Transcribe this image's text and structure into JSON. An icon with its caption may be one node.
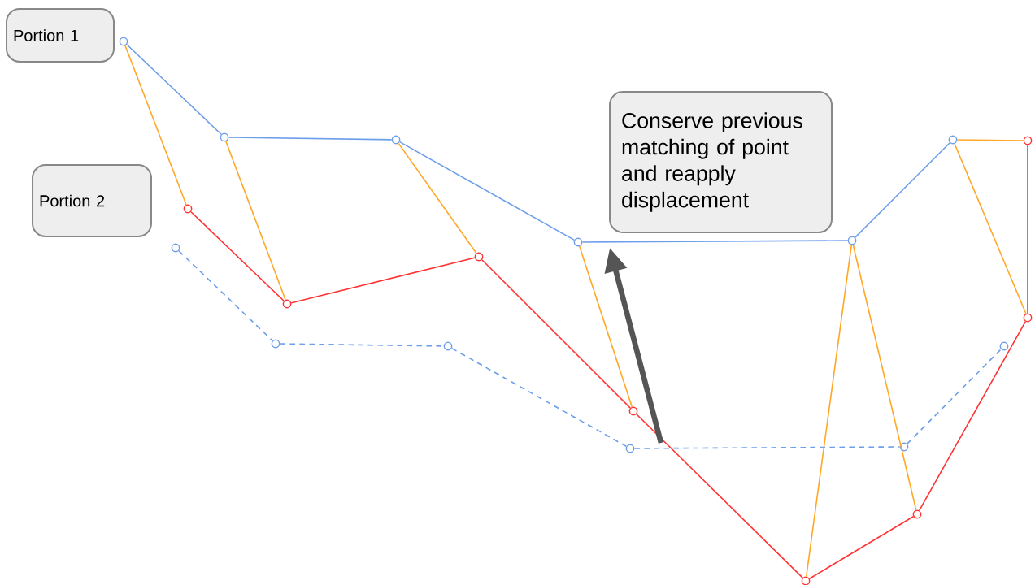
{
  "diagram": {
    "nodes": [
      {
        "text": [
          "Portion 1"
        ]
      },
      {
        "text": [
          "Portion 2"
        ]
      },
      {
        "text": [
          "Conserve previous matching of point and reapply displacement"
        ]
      },
      {
        "text": [],
        "shape": "circle"
      },
      {
        "text": [],
        "shape": "circle"
      },
      {
        "text": [],
        "shape": "circle"
      },
      {
        "text": [],
        "shape": "circle"
      },
      {
        "text": [],
        "shape": "circle"
      },
      {
        "text": [],
        "shape": "circle"
      },
      {
        "text": [],
        "shape": "circle"
      },
      {
        "text": [],
        "shape": "circle"
      },
      {
        "text": [],
        "shape": "circle"
      },
      {
        "text": [],
        "shape": "circle"
      },
      {
        "text": [],
        "shape": "circle"
      },
      {
        "text": [],
        "shape": "circle"
      },
      {
        "text": [],
        "shape": "circle"
      },
      {
        "text": [],
        "shape": "circle"
      },
      {
        "text": [],
        "shape": "circle"
      },
      {
        "text": [],
        "shape": "circle"
      },
      {
        "text": [],
        "shape": "circle"
      },
      {
        "text": [],
        "shape": "circle"
      },
      {
        "text": [],
        "shape": "circle"
      },
      {
        "text": [],
        "shape": "circle"
      }
    ],
    "edges": [
      {
        "from": 3,
        "to": 4,
        "arrow": "none",
        "color": "#6d9eeb"
      },
      {
        "from": 4,
        "to": 5,
        "arrow": "none",
        "color": "#6d9eeb"
      },
      {
        "from": 5,
        "to": 6,
        "arrow": "none",
        "color": "#6d9eeb"
      },
      {
        "from": 6,
        "to": 7,
        "arrow": "none",
        "color": "#6d9eeb"
      },
      {
        "from": 7,
        "to": 8,
        "arrow": "none",
        "color": "#6d9eeb"
      },
      {
        "from": 9,
        "to": 10,
        "arrow": "none",
        "color": "#ff3333"
      },
      {
        "from": 10,
        "to": 11,
        "arrow": "none",
        "color": "#ff3333"
      },
      {
        "from": 11,
        "to": 12,
        "arrow": "none",
        "color": "#ff3333"
      },
      {
        "from": 12,
        "to": 13,
        "arrow": "none",
        "color": "#ff3333"
      },
      {
        "from": 13,
        "to": 14,
        "arrow": "none",
        "color": "#ff3333"
      },
      {
        "from": 14,
        "to": 15,
        "arrow": "none",
        "color": "#ff3333"
      },
      {
        "from": 15,
        "to": 16,
        "arrow": "none",
        "color": "#ff3333"
      },
      {
        "from": 17,
        "to": 18,
        "arrow": "none",
        "style": "dashed",
        "color": "#6d9eeb"
      },
      {
        "from": 18,
        "to": 19,
        "arrow": "none",
        "style": "dashed",
        "color": "#6d9eeb"
      },
      {
        "from": 19,
        "to": 20,
        "arrow": "none",
        "style": "dashed",
        "color": "#6d9eeb"
      },
      {
        "from": 20,
        "to": 21,
        "arrow": "none",
        "style": "dashed",
        "color": "#6d9eeb"
      },
      {
        "from": 21,
        "to": 22,
        "arrow": "none",
        "style": "dashed",
        "color": "#6d9eeb"
      },
      {
        "from": 3,
        "to": 9,
        "arrow": "none",
        "color": "#ffa726"
      },
      {
        "from": 4,
        "to": 10,
        "arrow": "none",
        "color": "#ffa726"
      },
      {
        "from": 5,
        "to": 11,
        "arrow": "none",
        "color": "#ffa726"
      },
      {
        "from": 6,
        "to": 12,
        "arrow": "none",
        "color": "#ffa726"
      },
      {
        "from": 7,
        "to": 13,
        "arrow": "none",
        "color": "#ffa726"
      },
      {
        "from": 7,
        "to": 14,
        "arrow": "none",
        "color": "#ffa726"
      },
      {
        "from": 8,
        "to": 15,
        "arrow": "none",
        "color": "#ffa726"
      },
      {
        "from": 8,
        "to": 16,
        "arrow": "none",
        "color": "#ffa726"
      }
    ]
  }
}
